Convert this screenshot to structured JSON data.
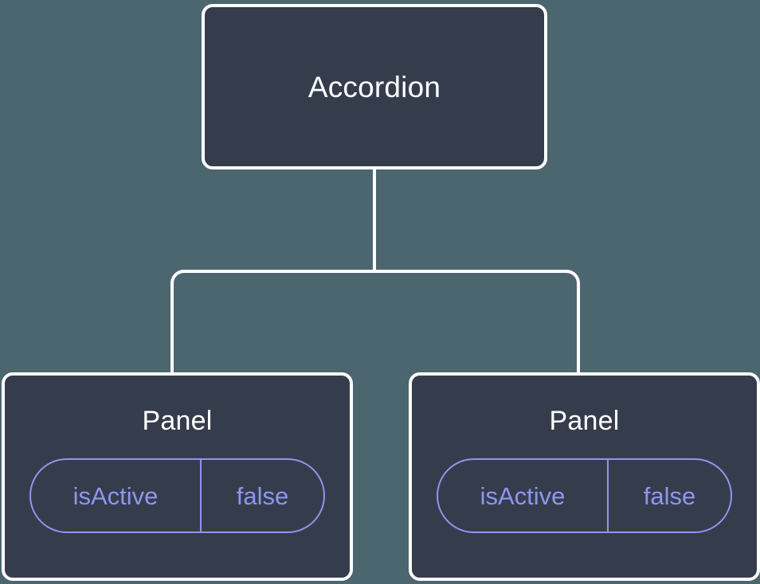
{
  "diagram": {
    "type": "component-tree",
    "background_color": "#4c6670",
    "node_fill_color": "#353d4d",
    "node_border_color": "#ffffff",
    "edge_color": "#ffffff",
    "prop_accent_color": "#9095ee",
    "title_text_color": "#ffffff",
    "root": {
      "label": "Accordion"
    },
    "children": [
      {
        "label": "Panel",
        "props": [
          {
            "key": "isActive",
            "value": "false"
          }
        ]
      },
      {
        "label": "Panel",
        "props": [
          {
            "key": "isActive",
            "value": "false"
          }
        ]
      }
    ],
    "edges": [
      {
        "from": "Accordion",
        "to": "Panel"
      },
      {
        "from": "Accordion",
        "to": "Panel"
      }
    ]
  }
}
